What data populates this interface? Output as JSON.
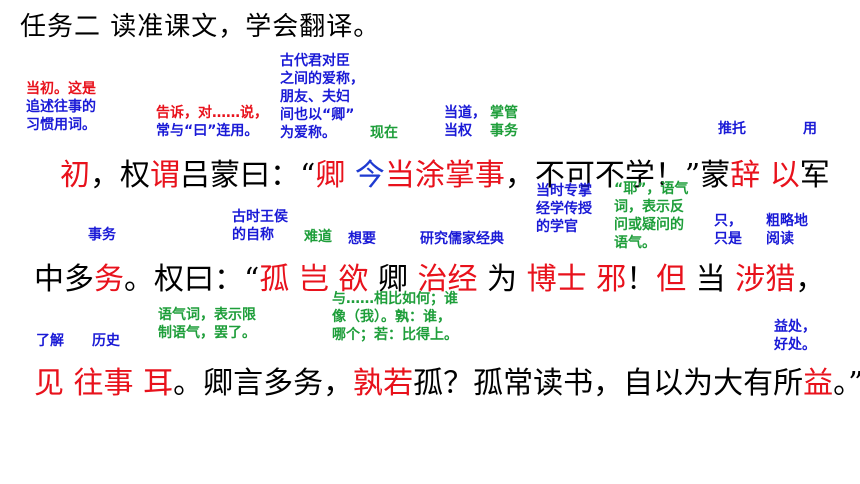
{
  "title": "任务二  读准课文，学会翻译。",
  "lines": [
    [
      "初",
      "，权",
      "谓",
      "吕蒙曰：“",
      "卿",
      " ",
      "今",
      "当",
      "涂",
      "掌事",
      "，不可不学！”蒙",
      "辞",
      " ",
      "以",
      "军"
    ],
    [
      "中多",
      "务",
      "。权曰：“",
      "孤",
      " ",
      "岂",
      " ",
      "欲",
      " 卿 ",
      "治经",
      " 为 ",
      "博士",
      " ",
      "邪",
      "！",
      "但",
      " 当 ",
      "涉猎",
      "，"
    ],
    [
      "见",
      " ",
      "往事",
      " ",
      "耳",
      "。卿言多务，",
      "孰若",
      "孤？孤常读书，自以为大有所",
      "益",
      "。”"
    ]
  ],
  "notes": {
    "n1": [
      "当初。这是",
      "追述往事的",
      "习惯用词。"
    ],
    "n2": [
      "告诉，对……说，",
      "常与“曰”连用。"
    ],
    "n3": [
      "古代君对臣",
      "之间的爱称，",
      "朋友、夫妇",
      "间也以“卿”",
      "为爱称。"
    ],
    "n4": [
      "现在"
    ],
    "n5": [
      "当道，",
      "当权"
    ],
    "n6": [
      "掌管",
      "事务"
    ],
    "n7": [
      "推托"
    ],
    "n8": [
      "用"
    ],
    "n9": [
      "事务"
    ],
    "n10": [
      "古时王侯",
      "的自称"
    ],
    "n11": [
      "难道"
    ],
    "n12": [
      "想要"
    ],
    "n13": [
      "研究儒家经典"
    ],
    "n14": [
      "当时专掌",
      "经学传授",
      "的学官"
    ],
    "n15": [
      "“耶”，语气",
      "词，表示反",
      "问或疑问的",
      "语气。"
    ],
    "n16": [
      "只，",
      "只是"
    ],
    "n17": [
      "粗略地",
      "阅读"
    ],
    "n18": [
      "语气词，表示限",
      "制语气，罢了。"
    ],
    "n19": [
      "与……相比如何；谁",
      "像（我）。孰：谁，",
      "哪个；若：比得上。"
    ],
    "n20": [
      "了解"
    ],
    "n21": [
      "历史"
    ],
    "n22": [
      "益处，",
      "好处。"
    ]
  }
}
